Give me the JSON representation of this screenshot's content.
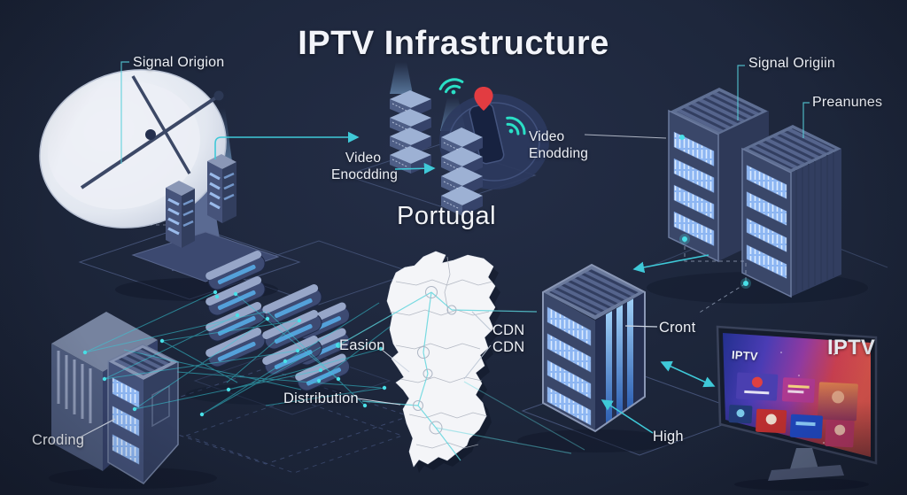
{
  "title": "IPTV Infrastructure",
  "colors": {
    "background": "#1c2438",
    "accent_teal": "#3fc9d8",
    "label_text": "#edf0f6",
    "rack_body": "#3e4b70",
    "panel_glow": "#a6c8f5",
    "map_fill": "#f4f5f8",
    "pin_red": "#e13b40",
    "screen_blue": "#23308f",
    "screen_red": "#d8434b"
  },
  "labels": {
    "signal_origin_left": "Signal Origion",
    "video_encoding_left": "Video\nEnocdding",
    "video_encoding_right": "Video\nEnodding",
    "signal_origin_right": "Signal Origiin",
    "preanunes": "Preanunes",
    "portugal": "Portugal",
    "cdn": "CDN\nCDN",
    "easion": "Easion",
    "distribution": "Distribution",
    "croding": "Croding",
    "cront": "Cront",
    "high": "High",
    "iptv_tv": "IPTV",
    "iptv_screen": "IPTV"
  }
}
